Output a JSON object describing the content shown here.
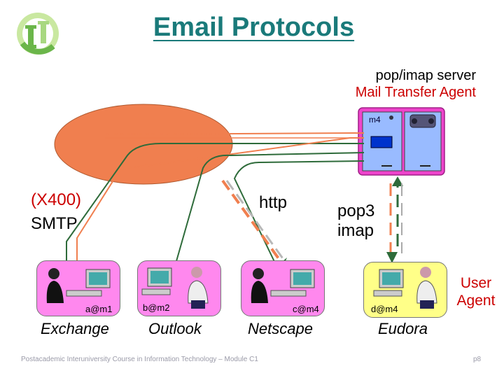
{
  "title": "Email Protocols",
  "server": {
    "line1": "pop/imap server",
    "line2": "Mail Transfer Agent",
    "host": "m4"
  },
  "labels": {
    "x400": "(X400)",
    "smtp": "SMTP",
    "http": "http",
    "pop3": "pop3",
    "imap": "imap",
    "user_agent_1": "User",
    "user_agent_2": "Agent"
  },
  "clients": [
    {
      "address": "a@m1",
      "program": "Exchange"
    },
    {
      "address": "b@m2",
      "program": "Outlook"
    },
    {
      "address": "c@m4",
      "program": "Netscape"
    },
    {
      "address": "d@m4",
      "program": "Eudora"
    }
  ],
  "footer": "Postacademic Interuniversity Course in Information Technology – Module C1",
  "page": "p8",
  "colors": {
    "title": "#1a7a7a",
    "cloud": "#f07f4f",
    "server_box": "#ee44cc",
    "client_pink": "#ff88ee",
    "client_yellow": "#ffff88",
    "accent_red": "#cc0000",
    "line_green": "#2e6b3a"
  }
}
